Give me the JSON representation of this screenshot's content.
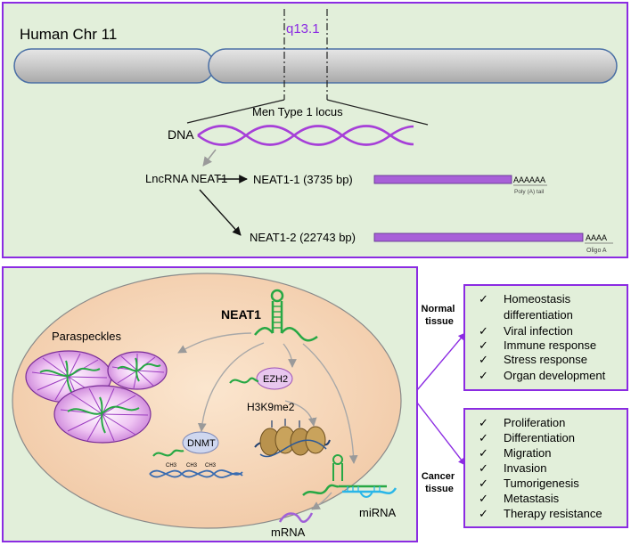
{
  "top_panel": {
    "chromosome_label": "Human Chr 11",
    "band_label": "q13.1",
    "locus_label": "Men Type 1 locus",
    "dna_label": "DNA",
    "lncrna_label": "LncRNA NEAT1",
    "neat1_1_label": "NEAT1-1 (3735 bp)",
    "neat1_1_tail": "AAAAAA",
    "neat1_1_tail_caption": "Poly (A) tail",
    "neat1_2_label": "NEAT1-2 (22743 bp)",
    "neat1_2_tail": "AAAA",
    "neat1_2_tail_caption": "Oligo A"
  },
  "bottom_panel": {
    "neat1_title": "NEAT1",
    "paraspeckles_label": "Paraspeckles",
    "ezh2_label": "EZH2",
    "h3k9_label": "H3K9me2",
    "dnmt_label": "DNMT",
    "ch3_label": "CH3",
    "mirna_label": "miRNA",
    "mrna_label": "mRNA"
  },
  "normal_tissue": {
    "label_line1": "Normal",
    "label_line2": "tissue",
    "items": [
      "Homeostasis",
      "differentiation",
      "Viral infection",
      "Immune response",
      "Stress response",
      "Organ development"
    ]
  },
  "cancer_tissue": {
    "label_line1": "Cancer",
    "label_line2": "tissue",
    "items": [
      "Proliferation",
      "Differentiation",
      "Migration",
      "Invasion",
      "Tumorigenesis",
      "Metastasis",
      "Therapy resistance"
    ]
  },
  "check_mark": "✓",
  "colors": {
    "panel_bg": "#e2efda",
    "panel_border": "#8b2be2",
    "rna_purple": "#b05ad8",
    "rna_green": "#27a844",
    "cell_fill": "#f9dec3",
    "chromosome_fill": "#cfcfcf"
  }
}
